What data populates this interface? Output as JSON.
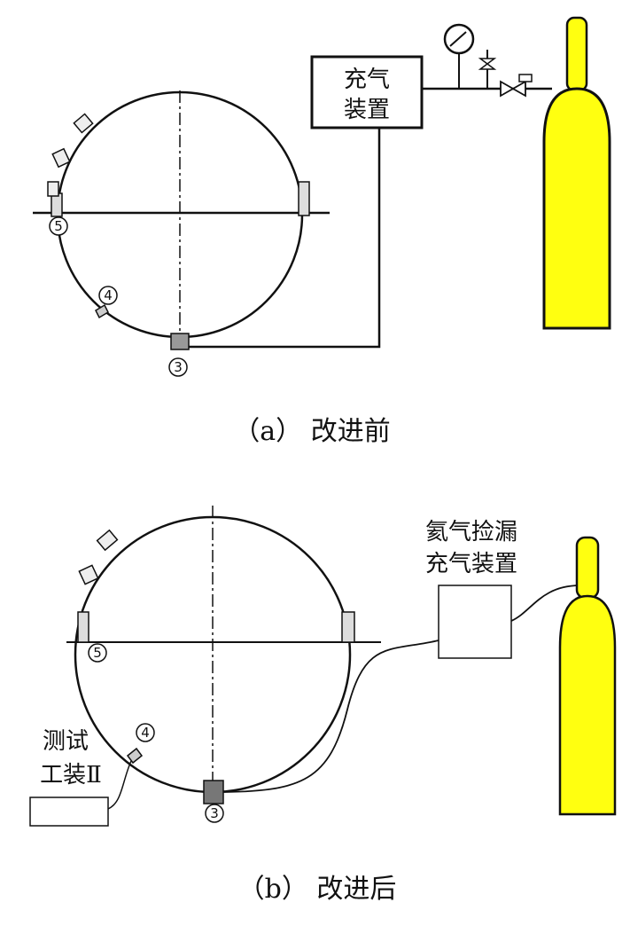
{
  "panel_a": {
    "caption": "（a） 改进前",
    "box_line1": "充气",
    "box_line2": "装置",
    "markers": [
      "5",
      "4",
      "3"
    ]
  },
  "panel_b": {
    "caption": "（b） 改进后",
    "box_label_line1": "氦气捡漏",
    "box_label_line2": "充气装置",
    "fixture_line1": "测试",
    "fixture_line2": "工装Ⅱ",
    "markers": [
      "5",
      "4",
      "3"
    ]
  },
  "colors": {
    "cylinder": "#ffff10",
    "line": "#111111",
    "background": "#ffffff"
  }
}
